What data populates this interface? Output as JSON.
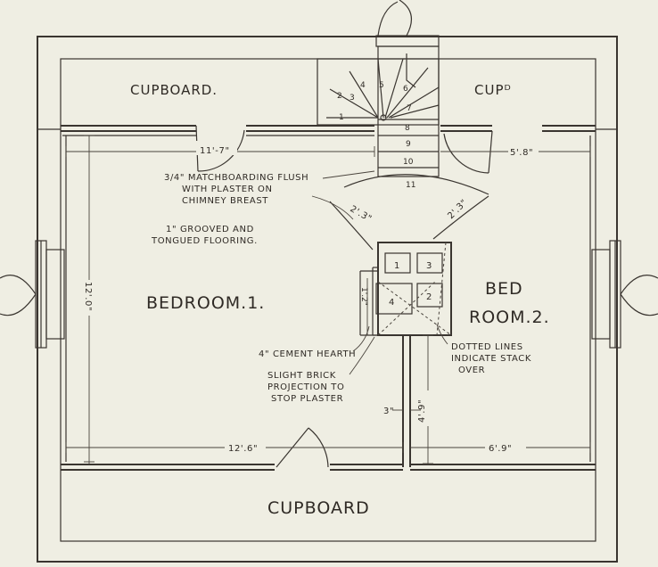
{
  "rooms": {
    "cupboard_top_left": "CUPBOARD.",
    "cupboard_top_right": "CUPᴰ",
    "bedroom_1": "BEDROOM.1.",
    "bed_room_2_line1": "BED",
    "bed_room_2_line2": "ROOM.2.",
    "cupboard_bottom": "CUPBOARD"
  },
  "dimensions": {
    "top_left_width": "11'-7\"",
    "top_right_width": "5'.8\"",
    "left_height": "12'.0\"",
    "bottom_left_width": "12'.6\"",
    "bottom_right_width": "6'.9\"",
    "bed2_height": "4'.9\"",
    "gap": "3\"",
    "flue_left": "2'.3\"",
    "flue_right": "2'.3\"",
    "hearth_size": "1'.2\""
  },
  "notes": {
    "matchboarding_1": "3/4\" MATCHBOARDING FLUSH",
    "matchboarding_2": "WITH PLASTER ON",
    "matchboarding_3": "CHIMNEY BREAST",
    "flooring_1": "1\" GROOVED AND",
    "flooring_2": "TONGUED FLOORING.",
    "hearth": "4\" CEMENT HEARTH",
    "brick_1": "SLIGHT BRICK",
    "brick_2": "PROJECTION TO",
    "brick_3": "STOP PLASTER",
    "stack_1": "DOTTED LINES",
    "stack_2": "INDICATE STACK",
    "stack_3": "OVER"
  },
  "stairs": [
    "1",
    "2",
    "3",
    "4",
    "5",
    "6",
    "7",
    "8",
    "9",
    "10",
    "11"
  ],
  "flues": [
    "1",
    "3",
    "4",
    "2"
  ],
  "colors": {
    "paper": "#efeee3",
    "ink": "#3a3530"
  }
}
